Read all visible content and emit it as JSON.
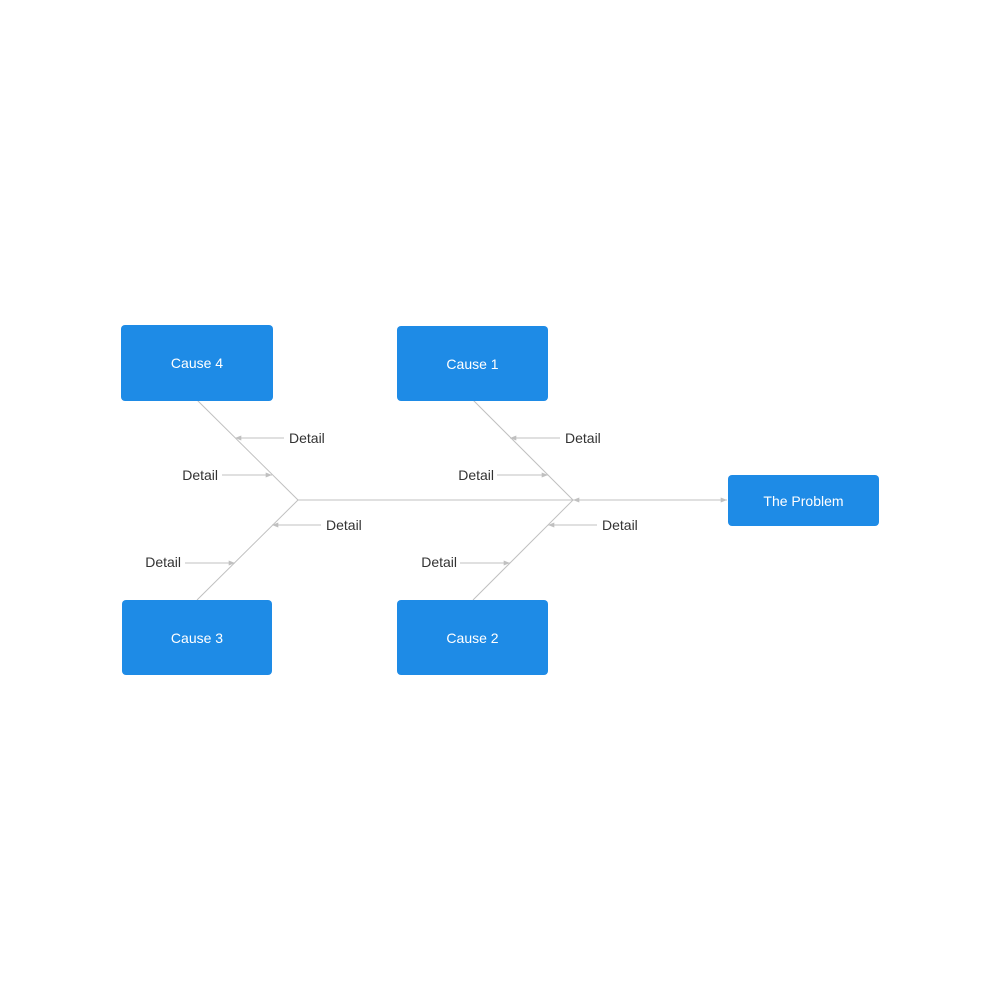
{
  "diagram": {
    "problem": "The Problem",
    "causes": {
      "c1": "Cause 1",
      "c2": "Cause 2",
      "c3": "Cause 3",
      "c4": "Cause 4"
    },
    "detail_label": "Detail",
    "colors": {
      "box": "#1e8be6",
      "line": "#c0c0c0",
      "text": "#333333"
    }
  }
}
